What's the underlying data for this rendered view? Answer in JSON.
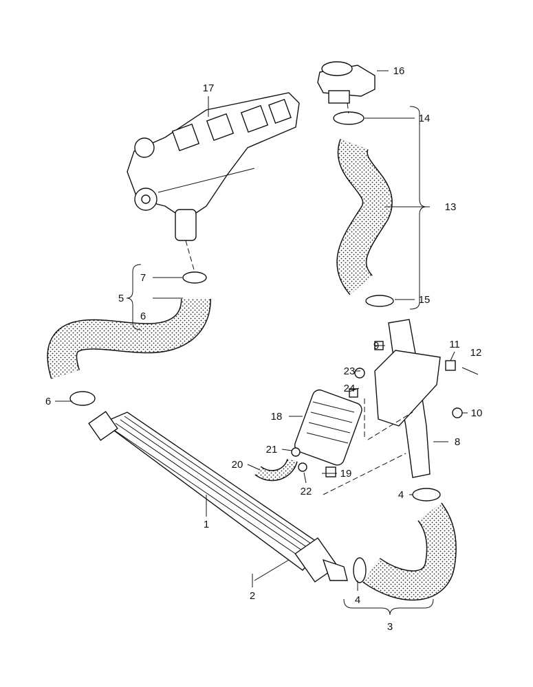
{
  "diagram": {
    "title": "Charge air system parts diagram",
    "callouts": {
      "c1": "1",
      "c2": "2",
      "c3": "3",
      "c4a": "4",
      "c4b": "4",
      "c5": "5",
      "c6a": "6",
      "c6b": "6",
      "c7": "7",
      "c8": "8",
      "c9": "9",
      "c10": "10",
      "c11": "11",
      "c12": "12",
      "c13": "13",
      "c14": "14",
      "c15": "15",
      "c16": "16",
      "c17": "17",
      "c18": "18",
      "c19": "19",
      "c20": "20",
      "c21": "21",
      "c22": "22",
      "c23": "23",
      "c24": "24"
    }
  }
}
